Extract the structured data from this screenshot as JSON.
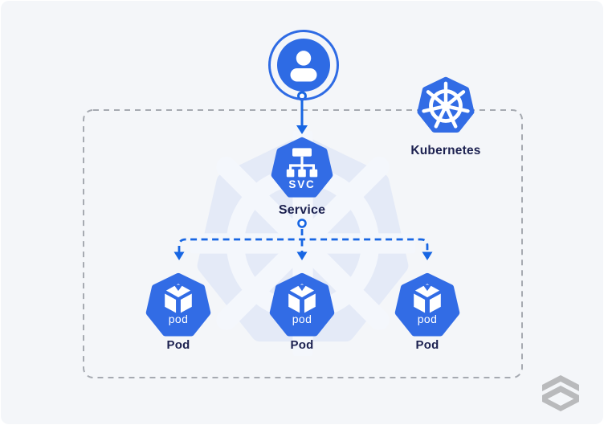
{
  "canvas": {
    "card_bg": "#f4f6f9",
    "page_bg": "#ffffff"
  },
  "colors": {
    "kubernetes_blue": "#326CE5",
    "arrow_blue": "#1766e3",
    "text_navy": "#1c2150",
    "cluster_border_gray": "#a6aab1",
    "watermark_heptagon": "#e4eaf7",
    "watermark_wheel": "#f4f7fc",
    "brand_logo_gray": "#b9babc"
  },
  "user_node": {
    "icon": "user-icon"
  },
  "kubernetes_logo": {
    "icon": "kubernetes-helm-wheel-icon",
    "label": "Kubernetes"
  },
  "service_node": {
    "icon": "service-hierarchy-icon",
    "badge": "SVC",
    "label": "Service"
  },
  "pod_nodes": [
    {
      "icon": "pod-cube-icon",
      "badge": "pod",
      "label": "Pod"
    },
    {
      "icon": "pod-cube-icon",
      "badge": "pod",
      "label": "Pod"
    },
    {
      "icon": "pod-cube-icon",
      "badge": "pod",
      "label": "Pod"
    }
  ],
  "watermark": {
    "icon": "kubernetes-helm-wheel-watermark"
  },
  "brand": {
    "icon": "isometric-cube-logo"
  }
}
